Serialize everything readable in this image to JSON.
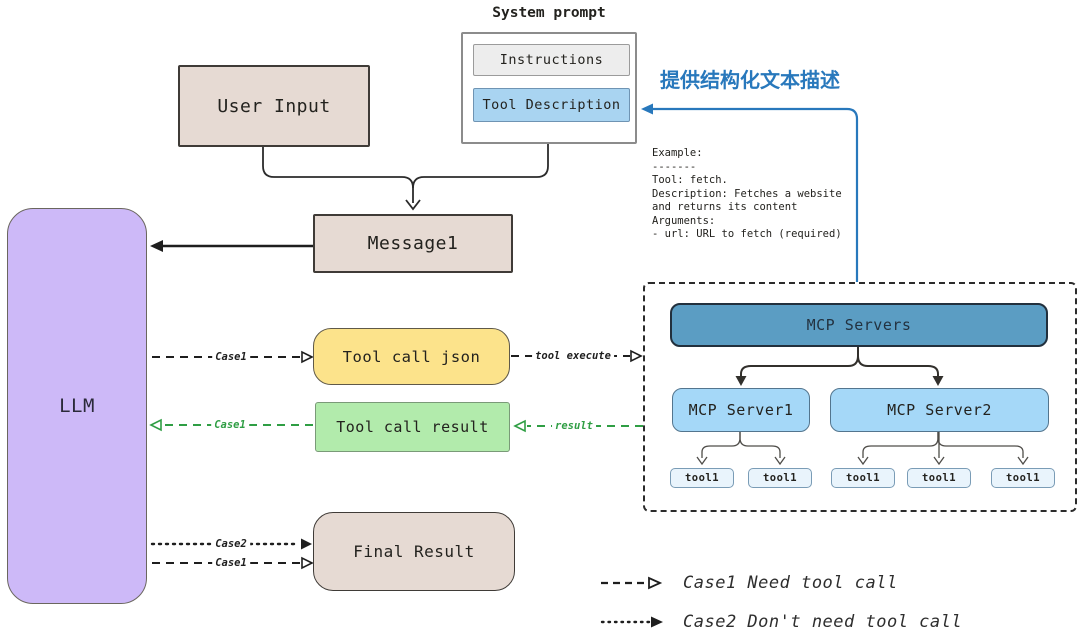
{
  "nodes": {
    "system_prompt": {
      "label": "System prompt",
      "instructions": "Instructions",
      "tool_description": "Tool Description"
    },
    "user_input": "User Input",
    "message1": "Message1",
    "llm": "LLM",
    "tool_call_json": "Tool call json",
    "tool_call_result": "Tool call result",
    "final_result": "Final Result"
  },
  "annotation": {
    "cn": "提供结构化文本描述"
  },
  "example": {
    "lines": [
      "Example:",
      "-------",
      "Tool: fetch.",
      "Description: Fetches a website",
      "and returns its content",
      "Arguments:",
      "- url: URL to fetch (required)"
    ]
  },
  "mcp": {
    "header": "MCP Servers",
    "server1": "MCP Server1",
    "server2": "MCP Server2",
    "server1_tools": [
      "tool1",
      "tool1"
    ],
    "server2_tools": [
      "tool1",
      "tool1",
      "tool1"
    ]
  },
  "edges": {
    "case1_to_json": "Case1",
    "tool_execute": "tool execute",
    "result": "result",
    "case1_to_llm": "Case1",
    "case2_to_final": "Case2",
    "case1_to_final": "Case1"
  },
  "legend": {
    "items": [
      {
        "style": "dashed",
        "label": "Case1 Need tool call"
      },
      {
        "style": "dotted",
        "label": "Case2 Don't need tool call"
      }
    ]
  },
  "colors": {
    "accent_blue": "#2878bc",
    "accent_green": "#2f9e44",
    "beige_fill": "#e6dad3",
    "purple_fill": "#cdb9f8",
    "yellow_fill": "#fce38b",
    "green_fill": "#b2ebac",
    "mcp_header_fill": "#5b9dc3",
    "server_fill": "#a5d8f8",
    "tool_fill": "#e9f4fc",
    "stroke_dark": "#2b2b2b"
  }
}
